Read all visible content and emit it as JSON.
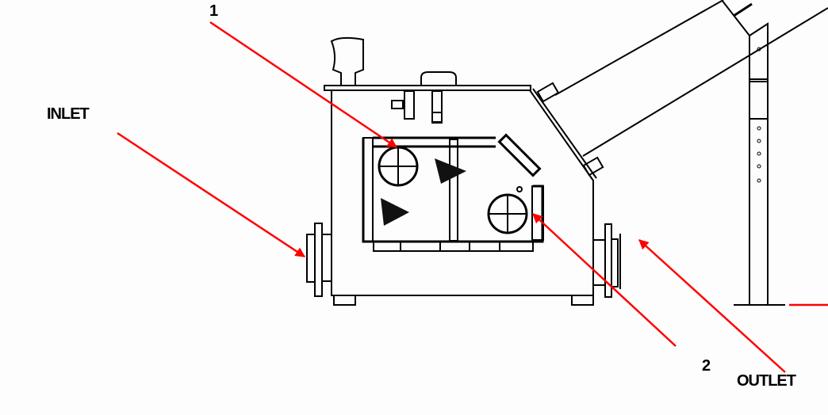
{
  "labels": {
    "callout_1": "1",
    "callout_2": "2",
    "inlet": "INLET",
    "outlet": "OUTLET"
  },
  "colors": {
    "line": "#000000",
    "leader": "#ff0000",
    "background": "#fdfdfd"
  }
}
